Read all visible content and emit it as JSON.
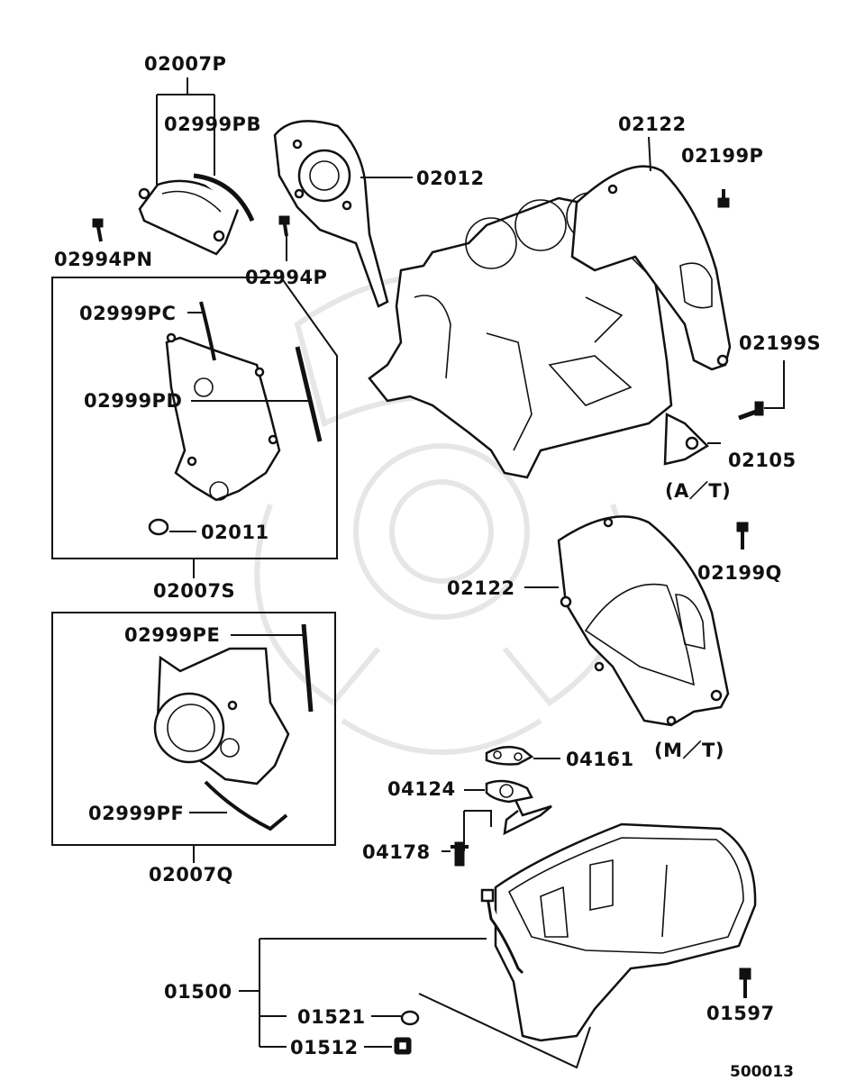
{
  "parts": {
    "p02007P": "02007P",
    "p02999PB": "02999PB",
    "p02012": "02012",
    "p02122_top": "02122",
    "p02199P": "02199P",
    "p02994PN": "02994PN",
    "p02994P": "02994P",
    "p02999PC": "02999PC",
    "p02999PD": "02999PD",
    "p02199S": "02199S",
    "p02105": "02105",
    "p02011": "02011",
    "p02007S": "02007S",
    "p02199Q": "02199Q",
    "p02122_bottom": "02122",
    "p02999PE": "02999PE",
    "p04161": "04161",
    "p04124": "04124",
    "p02999PF": "02999PF",
    "p04178": "04178",
    "p02007Q": "02007Q",
    "p01500": "01500",
    "p01521": "01521",
    "p01512": "01512",
    "p01597": "01597"
  },
  "variants": {
    "at": "(A／T)",
    "mt": "(M／T)"
  },
  "diagram_id": "500013"
}
